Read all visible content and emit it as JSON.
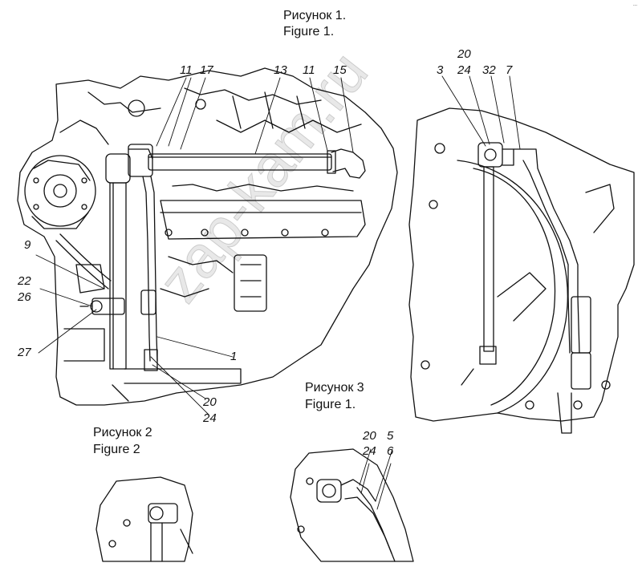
{
  "captions": {
    "fig1_ru": "Рисунок 1.",
    "fig1_en": "Figure 1.",
    "fig3_ru": "Рисунок 3",
    "fig3_en": "Figure 1.",
    "fig2_ru": "Рисунок 2",
    "fig2_en": "Figure 2"
  },
  "watermark": "zap-kam.ru",
  "corner_mark": "...",
  "callouts": {
    "c11a": "11",
    "c17": "17",
    "c13": "13",
    "c11b": "11",
    "c15": "15",
    "c9": "9",
    "c22": "22",
    "c26": "26",
    "c27": "27",
    "c1": "1",
    "c20a": "20",
    "c24a": "24",
    "c20b": "20",
    "c3": "3",
    "c24b": "24",
    "c32": "32",
    "c7": "7",
    "c20c": "20",
    "c24c": "24",
    "c5": "5",
    "c6": "6"
  },
  "colors": {
    "ink": "#111111",
    "background": "#ffffff"
  }
}
